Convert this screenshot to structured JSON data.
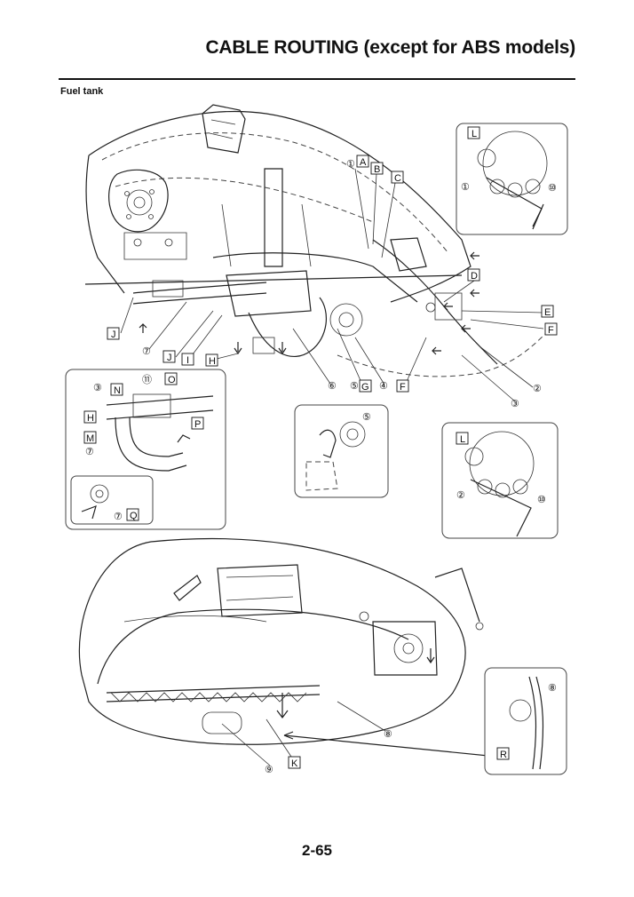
{
  "header": {
    "title": "CABLE ROUTING (except for ABS models)"
  },
  "section": {
    "title": "Fuel tank"
  },
  "footer": {
    "page_number": "2-65"
  },
  "callouts": {
    "c1": "①",
    "c2": "②",
    "c3": "③",
    "c4": "④",
    "c5": "⑤",
    "c6": "⑥",
    "c7": "⑦",
    "c8": "⑧",
    "c9": "⑨",
    "c10": "⑩",
    "c11": "⑪"
  },
  "letters": {
    "A": "A",
    "B": "B",
    "C": "C",
    "D": "D",
    "E": "E",
    "F": "F",
    "G": "G",
    "H": "H",
    "I": "I",
    "J": "J",
    "K": "K",
    "L": "L",
    "M": "M",
    "N": "N",
    "O": "O",
    "P": "P",
    "Q": "Q",
    "R": "R"
  }
}
